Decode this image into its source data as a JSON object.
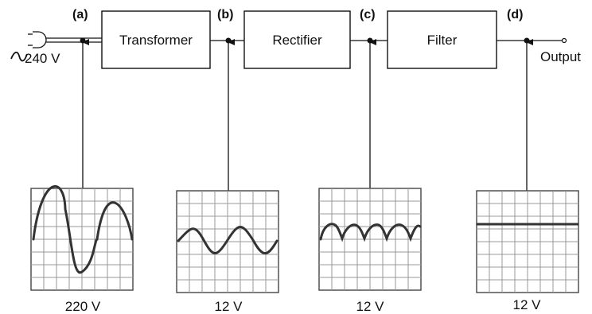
{
  "input": {
    "voltage_label": "240 V",
    "icon": "ac-plug-icon"
  },
  "blocks": [
    {
      "id": "transformer",
      "label": "Transformer"
    },
    {
      "id": "rectifier",
      "label": "Rectifier"
    },
    {
      "id": "filter",
      "label": "Filter"
    }
  ],
  "test_points": [
    {
      "tag": "(a)",
      "scope_caption": "220 V",
      "waveform": "sine"
    },
    {
      "tag": "(b)",
      "scope_caption": "12 V",
      "waveform": "sine"
    },
    {
      "tag": "(c)",
      "scope_caption": "12 V",
      "waveform": "full-wave-rectified"
    },
    {
      "tag": "(d)",
      "scope_caption": "12 V",
      "waveform": "dc"
    }
  ],
  "output": {
    "label": "Output"
  }
}
